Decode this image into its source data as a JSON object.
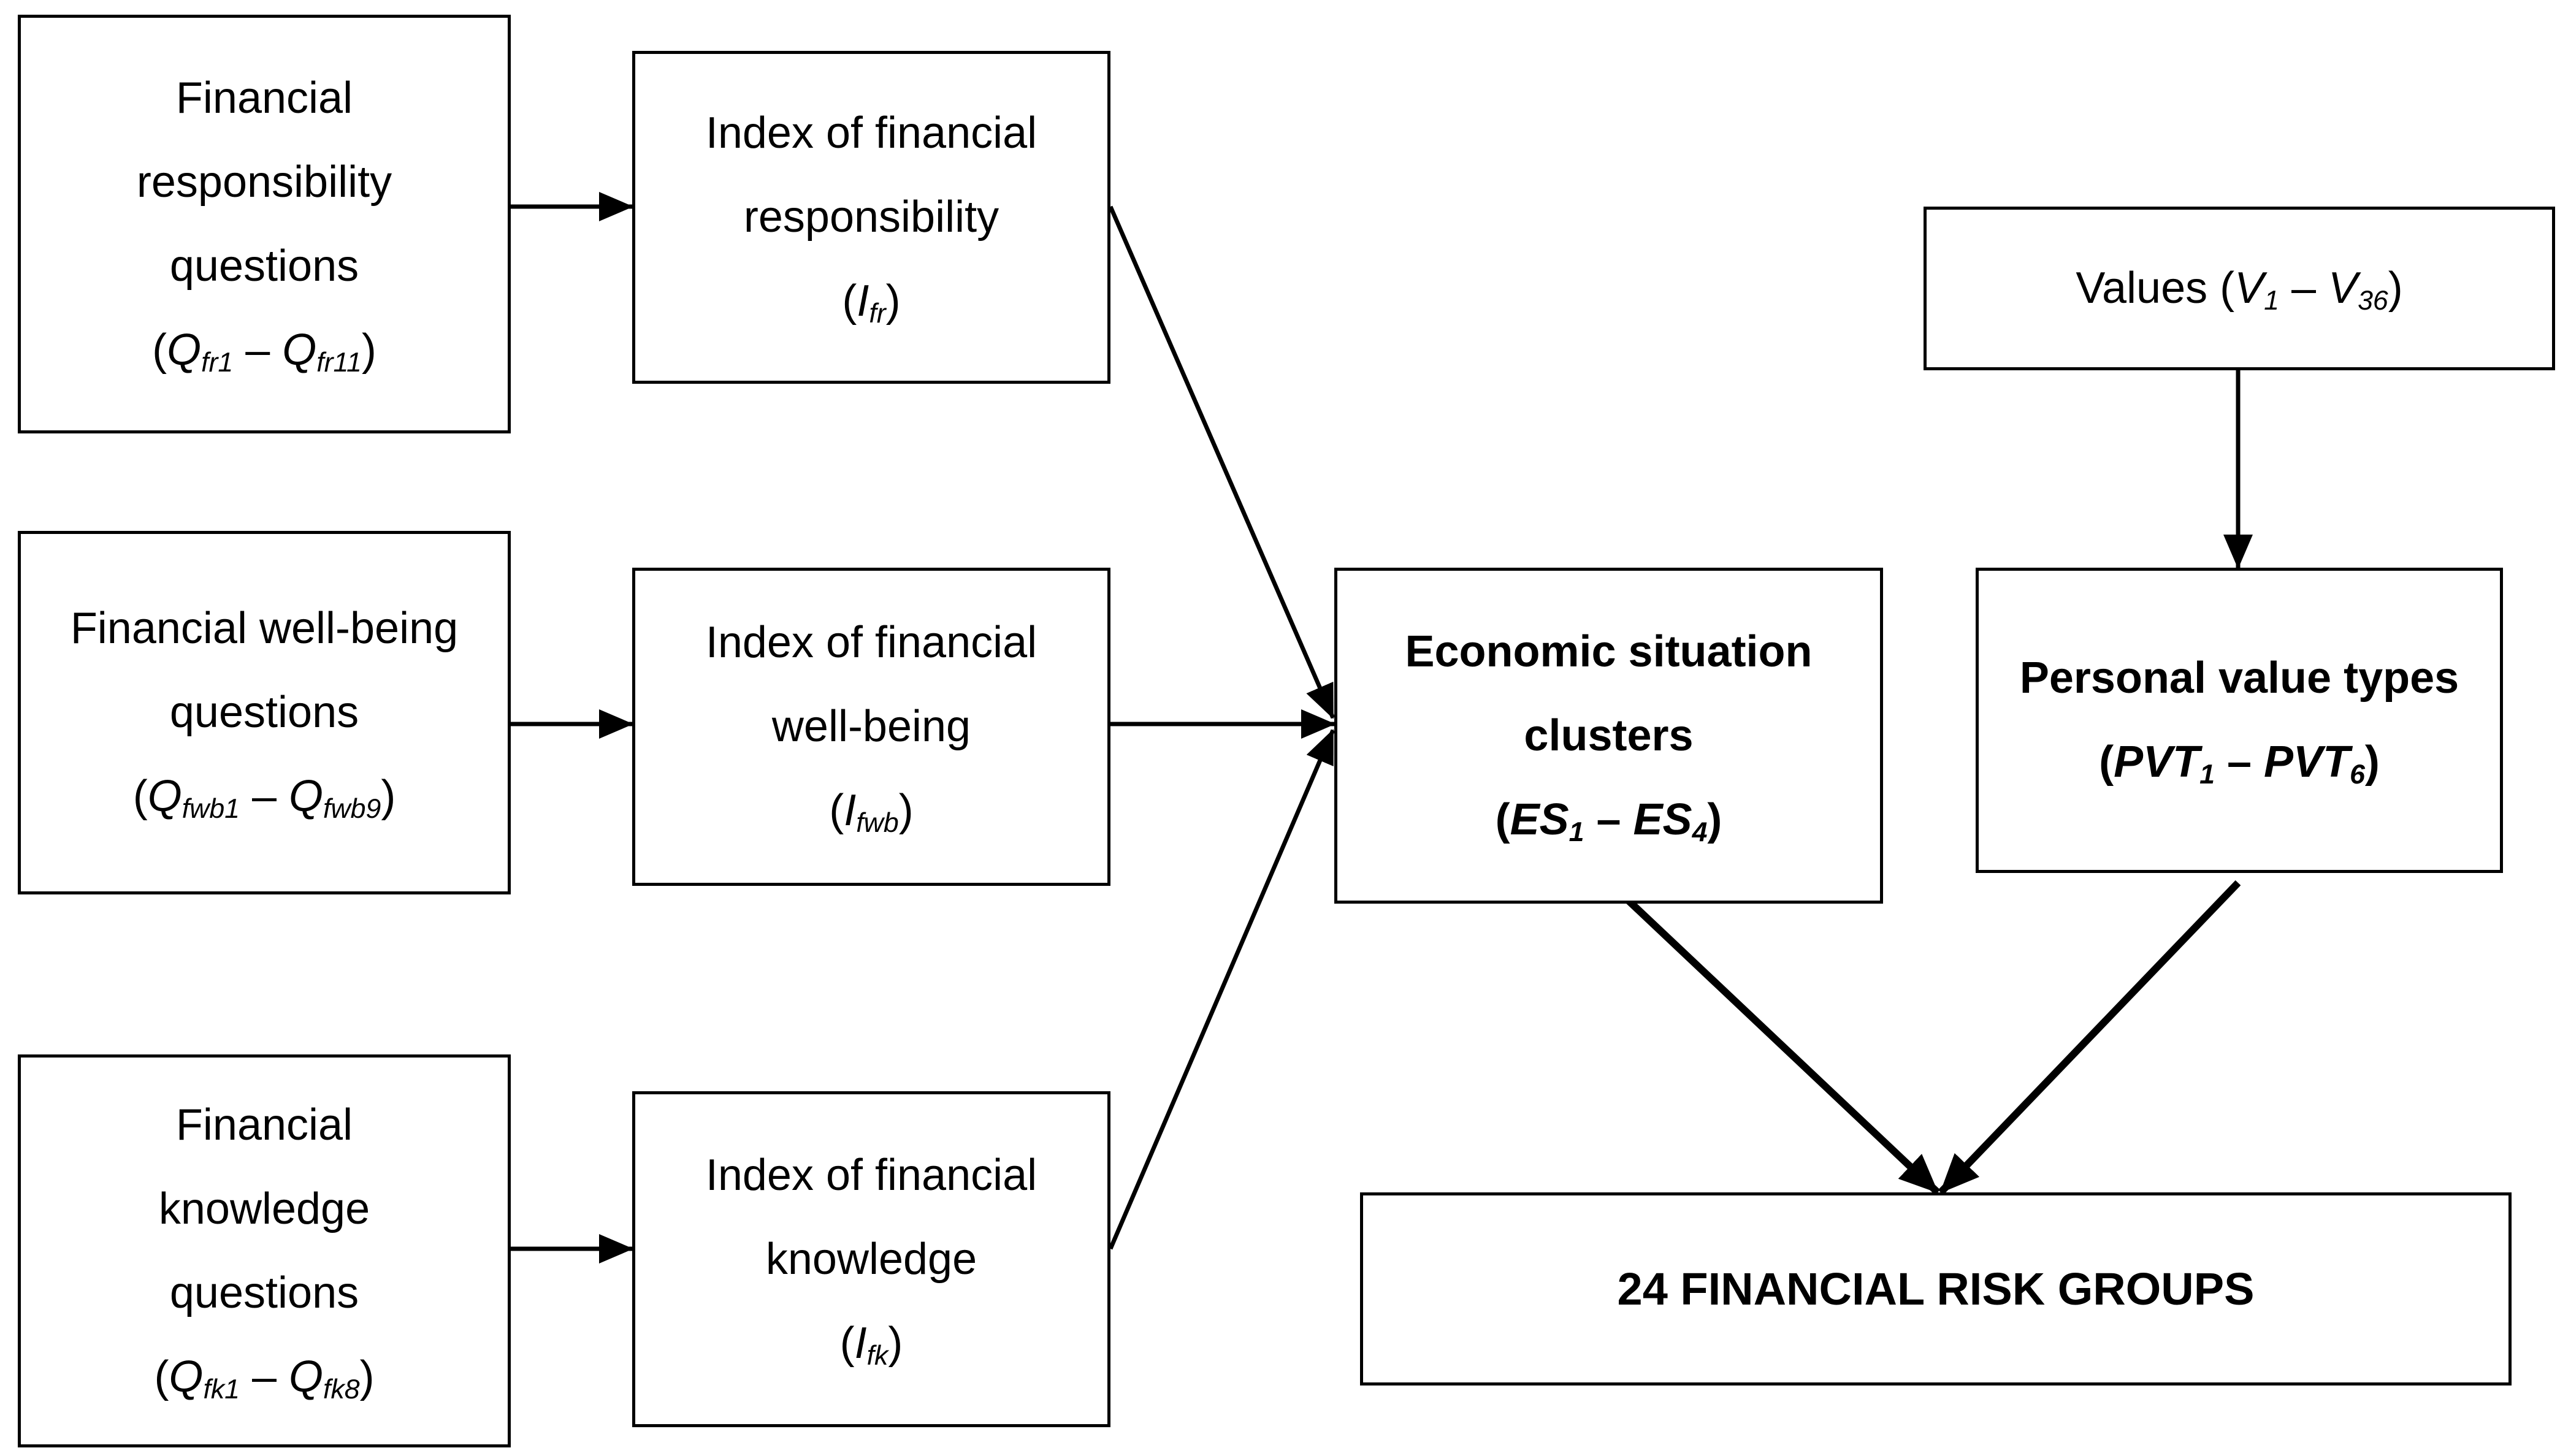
{
  "boxes": {
    "q_fr": {
      "line1": "Financial",
      "line2": "responsibility",
      "line3": "questions",
      "var_a": "Q",
      "sub_a": "fr1",
      "dash": " – ",
      "var_b": "Q",
      "sub_b": "fr11"
    },
    "q_fwb": {
      "line1": "Financial well-being",
      "line2": "questions",
      "var_a": "Q",
      "sub_a": "fwb1",
      "dash": " – ",
      "var_b": "Q",
      "sub_b": "fwb9"
    },
    "q_fk": {
      "line1": "Financial",
      "line2": "knowledge",
      "line3": "questions",
      "var_a": "Q",
      "sub_a": "fk1",
      "dash": " – ",
      "var_b": "Q",
      "sub_b": "fk8"
    },
    "i_fr": {
      "line1": "Index of financial",
      "line2": "responsibility",
      "var": "I",
      "sub": "fr"
    },
    "i_fwb": {
      "line1": "Index of financial",
      "line2": "well-being",
      "var": "I",
      "sub": "fwb"
    },
    "i_fk": {
      "line1": "Index of financial",
      "line2": "knowledge",
      "var": "I",
      "sub": "fk"
    },
    "es": {
      "line1": "Economic situation",
      "line2": "clusters",
      "var_a": "ES",
      "sub_a": "1",
      "dash": " – ",
      "var_b": "ES",
      "sub_b": "4"
    },
    "values": {
      "prefix": "Values ",
      "var_a": "V",
      "sub_a": "1",
      "dash": " – ",
      "var_b": "V",
      "sub_b": "36"
    },
    "pvt": {
      "line1": "Personal value types",
      "var_a": "PVT",
      "sub_a": "1",
      "dash": " – ",
      "var_b": "PVT",
      "sub_b": "6"
    },
    "risk": {
      "label": "24 FINANCIAL RISK GROUPS"
    }
  }
}
